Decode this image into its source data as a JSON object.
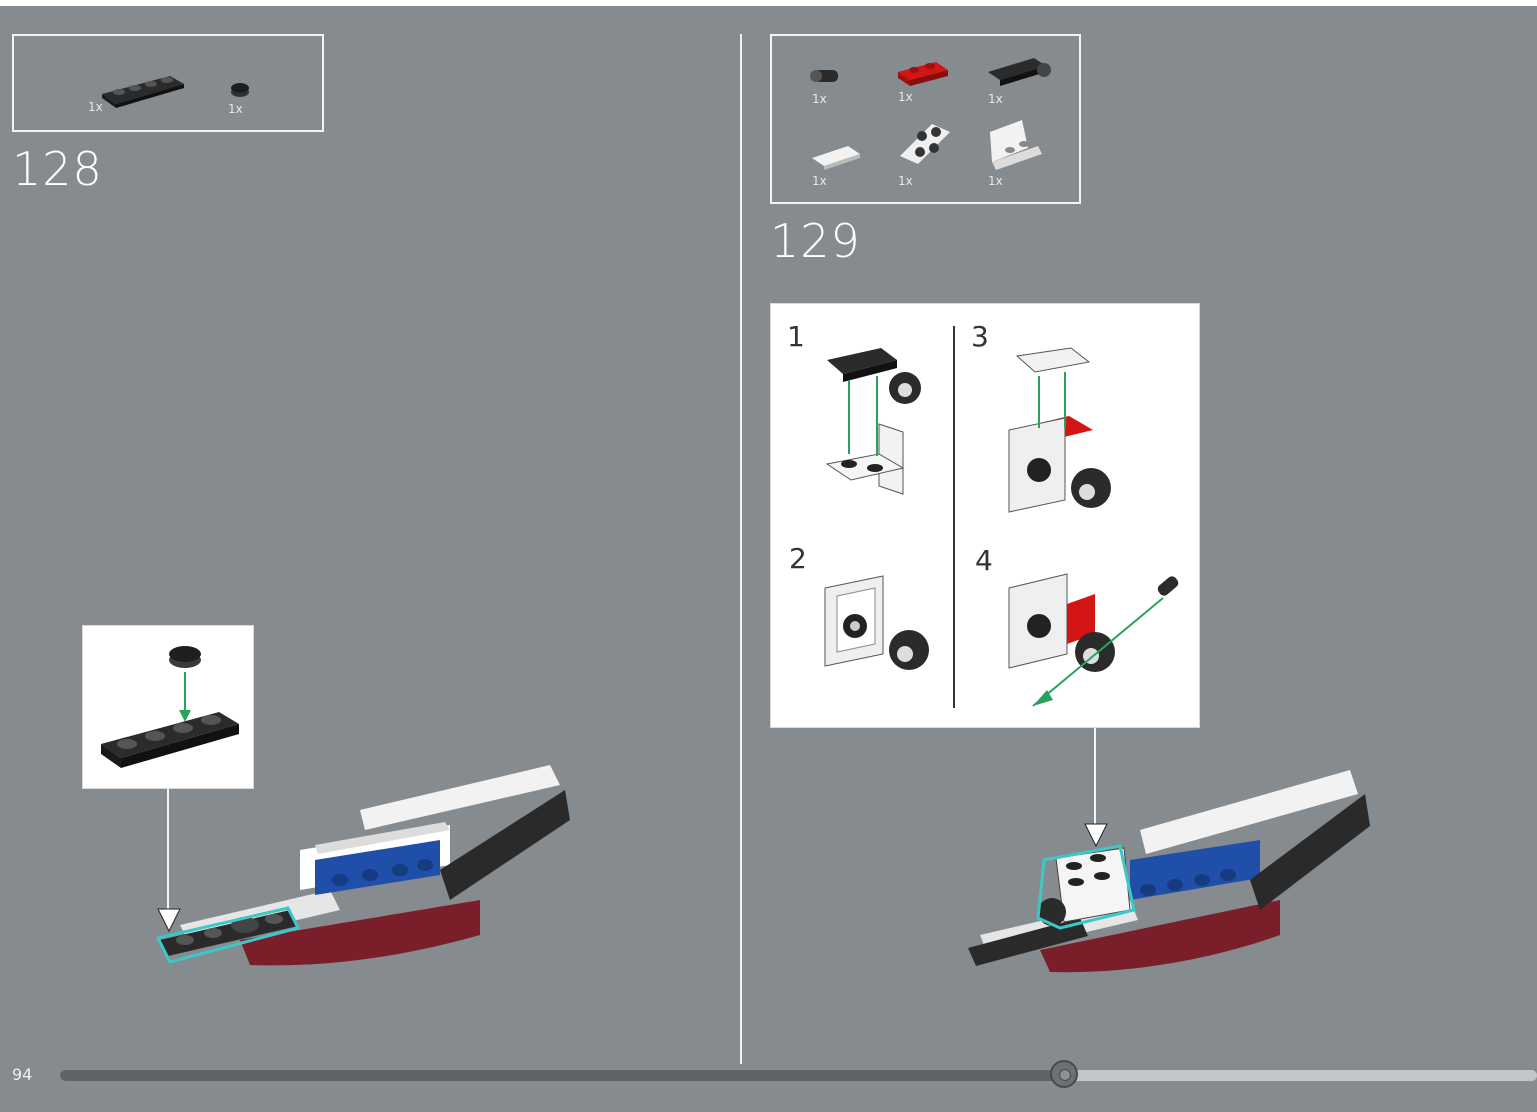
{
  "page": {
    "number": "94"
  },
  "step128": {
    "number": "128",
    "parts": [
      {
        "name": "black-plate-1x4-icon",
        "qty": "1x"
      },
      {
        "name": "black-round-tile-icon",
        "qty": "1x"
      }
    ]
  },
  "step129": {
    "number": "129",
    "parts": [
      {
        "name": "black-pin-icon",
        "qty": "1x"
      },
      {
        "name": "red-plate-1x2-icon",
        "qty": "1x"
      },
      {
        "name": "black-plate-with-clip-icon",
        "qty": "1x"
      },
      {
        "name": "white-tile-1x2-icon",
        "qty": "1x"
      },
      {
        "name": "white-plate-with-holes-icon",
        "qty": "1x"
      },
      {
        "name": "white-bracket-icon",
        "qty": "1x"
      }
    ],
    "substeps": [
      "1",
      "2",
      "3",
      "4"
    ]
  },
  "progress": {
    "value": 0.68
  },
  "colors": {
    "background": "#858b8e",
    "highlight": "#3cc8c8",
    "arrow": "#2aa35a",
    "hull": "#7a1f2a",
    "blue": "#1f4fa8"
  }
}
